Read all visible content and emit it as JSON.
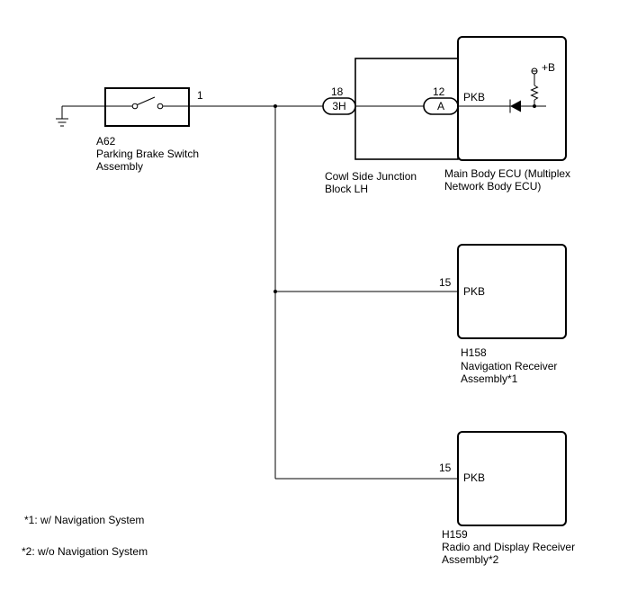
{
  "switch": {
    "code": "A62",
    "name_line1": "Parking Brake Switch",
    "name_line2": "Assembly",
    "pin": "1"
  },
  "junction_block": {
    "name_line1": "Cowl Side Junction",
    "name_line2": "Block LH",
    "connector_3h": "3H",
    "connector_3h_pin": "18",
    "connector_a": "A",
    "connector_a_pin": "12"
  },
  "main_body_ecu": {
    "name_line1": "Main Body ECU (Multiplex",
    "name_line2": "Network Body ECU)",
    "terminal": "PKB",
    "supply": "+B"
  },
  "navigation_receiver": {
    "code": "H158",
    "name_line1": "Navigation Receiver",
    "name_line2": "Assembly*1",
    "terminal": "PKB",
    "pin": "15"
  },
  "radio_receiver": {
    "code": "H159",
    "name_line1": "Radio and Display Receiver",
    "name_line2": "Assembly*2",
    "terminal": "PKB",
    "pin": "15"
  },
  "notes": {
    "note1": "*1: w/ Navigation System",
    "note2": "*2: w/o Navigation System"
  }
}
